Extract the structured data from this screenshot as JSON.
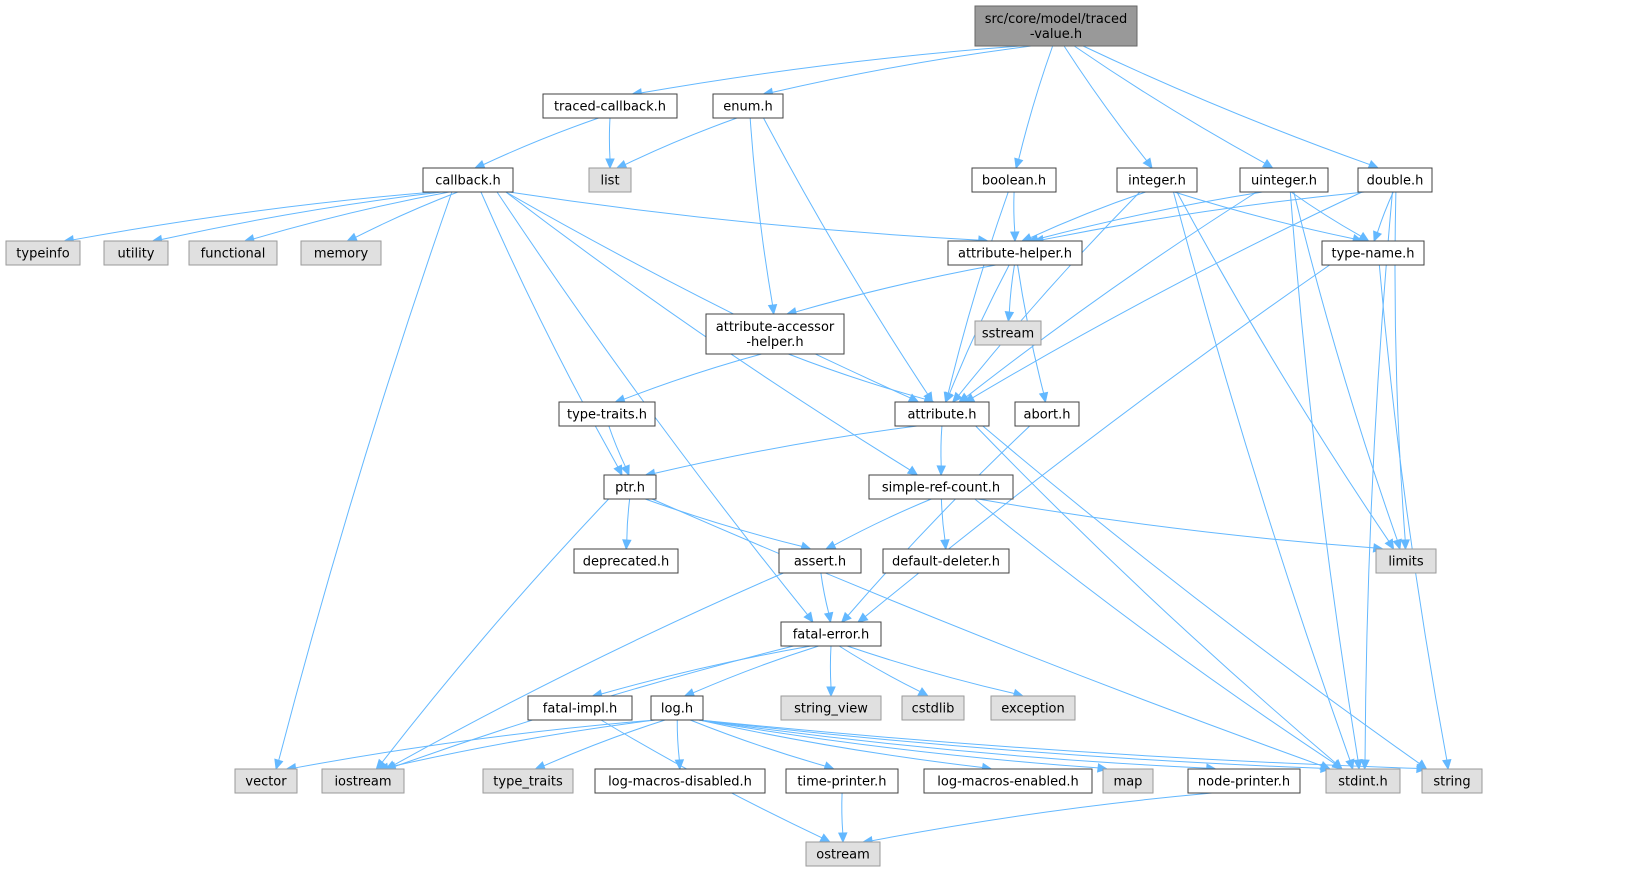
{
  "graph": {
    "colors": {
      "edge": "#63b8ff",
      "root_fill": "#999999",
      "system_fill": "#e0e0e0",
      "file_fill": "#ffffff",
      "border": "#404040"
    },
    "nodes": [
      {
        "id": "root",
        "lines": [
          "src/core/model/traced",
          "-value.h"
        ],
        "kind": "root"
      },
      {
        "id": "traced-callback",
        "lines": [
          "traced-callback.h"
        ],
        "kind": "file"
      },
      {
        "id": "enum",
        "lines": [
          "enum.h"
        ],
        "kind": "file"
      },
      {
        "id": "boolean",
        "lines": [
          "boolean.h"
        ],
        "kind": "file"
      },
      {
        "id": "integer",
        "lines": [
          "integer.h"
        ],
        "kind": "file"
      },
      {
        "id": "uinteger",
        "lines": [
          "uinteger.h"
        ],
        "kind": "file"
      },
      {
        "id": "double",
        "lines": [
          "double.h"
        ],
        "kind": "file"
      },
      {
        "id": "callback",
        "lines": [
          "callback.h"
        ],
        "kind": "file"
      },
      {
        "id": "list",
        "lines": [
          "list"
        ],
        "kind": "system"
      },
      {
        "id": "typeinfo",
        "lines": [
          "typeinfo"
        ],
        "kind": "system"
      },
      {
        "id": "utility",
        "lines": [
          "utility"
        ],
        "kind": "system"
      },
      {
        "id": "functional",
        "lines": [
          "functional"
        ],
        "kind": "system"
      },
      {
        "id": "memory",
        "lines": [
          "memory"
        ],
        "kind": "system"
      },
      {
        "id": "attribute-helper",
        "lines": [
          "attribute-helper.h"
        ],
        "kind": "file"
      },
      {
        "id": "type-name",
        "lines": [
          "type-name.h"
        ],
        "kind": "file"
      },
      {
        "id": "attribute-accessor-helper",
        "lines": [
          "attribute-accessor",
          "-helper.h"
        ],
        "kind": "file"
      },
      {
        "id": "sstream",
        "lines": [
          "sstream"
        ],
        "kind": "system"
      },
      {
        "id": "type-traits",
        "lines": [
          "type-traits.h"
        ],
        "kind": "file"
      },
      {
        "id": "attribute",
        "lines": [
          "attribute.h"
        ],
        "kind": "file"
      },
      {
        "id": "abort",
        "lines": [
          "abort.h"
        ],
        "kind": "file"
      },
      {
        "id": "ptr",
        "lines": [
          "ptr.h"
        ],
        "kind": "file"
      },
      {
        "id": "simple-ref-count",
        "lines": [
          "simple-ref-count.h"
        ],
        "kind": "file"
      },
      {
        "id": "deprecated",
        "lines": [
          "deprecated.h"
        ],
        "kind": "file"
      },
      {
        "id": "assert",
        "lines": [
          "assert.h"
        ],
        "kind": "file"
      },
      {
        "id": "default-deleter",
        "lines": [
          "default-deleter.h"
        ],
        "kind": "file"
      },
      {
        "id": "limits",
        "lines": [
          "limits"
        ],
        "kind": "system"
      },
      {
        "id": "fatal-error",
        "lines": [
          "fatal-error.h"
        ],
        "kind": "file"
      },
      {
        "id": "fatal-impl",
        "lines": [
          "fatal-impl.h"
        ],
        "kind": "file"
      },
      {
        "id": "log",
        "lines": [
          "log.h"
        ],
        "kind": "file"
      },
      {
        "id": "string_view",
        "lines": [
          "string_view"
        ],
        "kind": "system"
      },
      {
        "id": "cstdlib",
        "lines": [
          "cstdlib"
        ],
        "kind": "system"
      },
      {
        "id": "exception",
        "lines": [
          "exception"
        ],
        "kind": "system"
      },
      {
        "id": "vector",
        "lines": [
          "vector"
        ],
        "kind": "system"
      },
      {
        "id": "iostream",
        "lines": [
          "iostream"
        ],
        "kind": "system"
      },
      {
        "id": "type_traits",
        "lines": [
          "type_traits"
        ],
        "kind": "system"
      },
      {
        "id": "log-macros-disabled",
        "lines": [
          "log-macros-disabled.h"
        ],
        "kind": "file"
      },
      {
        "id": "time-printer",
        "lines": [
          "time-printer.h"
        ],
        "kind": "file"
      },
      {
        "id": "log-macros-enabled",
        "lines": [
          "log-macros-enabled.h"
        ],
        "kind": "file"
      },
      {
        "id": "map",
        "lines": [
          "map"
        ],
        "kind": "system"
      },
      {
        "id": "node-printer",
        "lines": [
          "node-printer.h"
        ],
        "kind": "file"
      },
      {
        "id": "stdint",
        "lines": [
          "stdint.h"
        ],
        "kind": "system"
      },
      {
        "id": "string",
        "lines": [
          "string"
        ],
        "kind": "system"
      },
      {
        "id": "ostream",
        "lines": [
          "ostream"
        ],
        "kind": "system"
      }
    ],
    "edges": [
      [
        "root",
        "traced-callback"
      ],
      [
        "root",
        "enum"
      ],
      [
        "root",
        "boolean"
      ],
      [
        "root",
        "integer"
      ],
      [
        "root",
        "uinteger"
      ],
      [
        "root",
        "double"
      ],
      [
        "traced-callback",
        "callback"
      ],
      [
        "traced-callback",
        "list"
      ],
      [
        "enum",
        "list"
      ],
      [
        "enum",
        "attribute-accessor-helper"
      ],
      [
        "enum",
        "attribute"
      ],
      [
        "callback",
        "typeinfo"
      ],
      [
        "callback",
        "utility"
      ],
      [
        "callback",
        "functional"
      ],
      [
        "callback",
        "memory"
      ],
      [
        "callback",
        "attribute-helper"
      ],
      [
        "callback",
        "attribute"
      ],
      [
        "callback",
        "simple-ref-count"
      ],
      [
        "callback",
        "ptr"
      ],
      [
        "callback",
        "fatal-error"
      ],
      [
        "callback",
        "vector"
      ],
      [
        "boolean",
        "attribute-helper"
      ],
      [
        "boolean",
        "attribute"
      ],
      [
        "integer",
        "attribute-helper"
      ],
      [
        "integer",
        "type-name"
      ],
      [
        "integer",
        "attribute"
      ],
      [
        "integer",
        "limits"
      ],
      [
        "integer",
        "stdint"
      ],
      [
        "uinteger",
        "attribute-helper"
      ],
      [
        "uinteger",
        "type-name"
      ],
      [
        "uinteger",
        "attribute"
      ],
      [
        "uinteger",
        "limits"
      ],
      [
        "uinteger",
        "stdint"
      ],
      [
        "double",
        "attribute-helper"
      ],
      [
        "double",
        "type-name"
      ],
      [
        "double",
        "attribute"
      ],
      [
        "double",
        "limits"
      ],
      [
        "double",
        "stdint"
      ],
      [
        "attribute-helper",
        "attribute-accessor-helper"
      ],
      [
        "attribute-helper",
        "sstream"
      ],
      [
        "attribute-helper",
        "attribute"
      ],
      [
        "attribute-helper",
        "abort"
      ],
      [
        "type-name",
        "fatal-error"
      ],
      [
        "type-name",
        "string"
      ],
      [
        "attribute-accessor-helper",
        "type-traits"
      ],
      [
        "attribute-accessor-helper",
        "attribute"
      ],
      [
        "type-traits",
        "ptr"
      ],
      [
        "attribute",
        "ptr"
      ],
      [
        "attribute",
        "simple-ref-count"
      ],
      [
        "attribute",
        "stdint"
      ],
      [
        "attribute",
        "string"
      ],
      [
        "abort",
        "fatal-error"
      ],
      [
        "ptr",
        "deprecated"
      ],
      [
        "ptr",
        "assert"
      ],
      [
        "ptr",
        "iostream"
      ],
      [
        "ptr",
        "stdint"
      ],
      [
        "simple-ref-count",
        "assert"
      ],
      [
        "simple-ref-count",
        "default-deleter"
      ],
      [
        "simple-ref-count",
        "limits"
      ],
      [
        "simple-ref-count",
        "stdint"
      ],
      [
        "assert",
        "fatal-error"
      ],
      [
        "assert",
        "iostream"
      ],
      [
        "fatal-error",
        "fatal-impl"
      ],
      [
        "fatal-error",
        "log"
      ],
      [
        "fatal-error",
        "string_view"
      ],
      [
        "fatal-error",
        "cstdlib"
      ],
      [
        "fatal-error",
        "exception"
      ],
      [
        "fatal-error",
        "iostream"
      ],
      [
        "fatal-impl",
        "ostream"
      ],
      [
        "log",
        "vector"
      ],
      [
        "log",
        "iostream"
      ],
      [
        "log",
        "type_traits"
      ],
      [
        "log",
        "log-macros-disabled"
      ],
      [
        "log",
        "time-printer"
      ],
      [
        "log",
        "log-macros-enabled"
      ],
      [
        "log",
        "map"
      ],
      [
        "log",
        "node-printer"
      ],
      [
        "log",
        "stdint"
      ],
      [
        "log",
        "string"
      ],
      [
        "time-printer",
        "ostream"
      ],
      [
        "node-printer",
        "ostream"
      ]
    ]
  }
}
